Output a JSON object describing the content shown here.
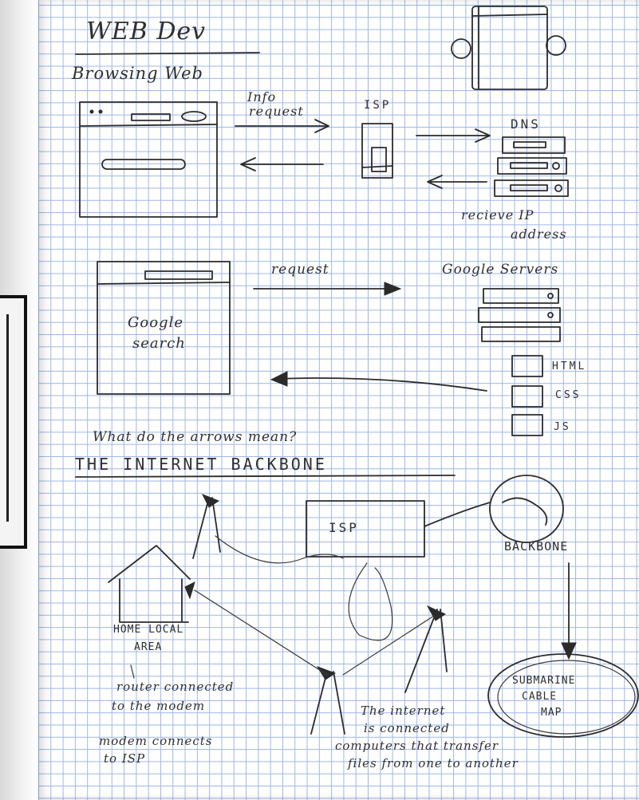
{
  "title": "WEB Dev",
  "section1": {
    "heading": "Browsing Web",
    "info_request": [
      "Info",
      "request"
    ],
    "isp": "ISP",
    "dns": "DNS",
    "receive_ip": [
      "recieve IP",
      "address"
    ],
    "request": "request",
    "google_servers": "Google Servers",
    "google_search": [
      "Google",
      "search"
    ],
    "server_files": [
      "HTML",
      "CSS",
      "JS"
    ],
    "question": "What do the arrows mean?"
  },
  "section2": {
    "heading": "THE INTERNET BACKBONE",
    "isp": "ISP",
    "backbone": "BACKBONE",
    "home": [
      "HOME LOCAL",
      "AREA"
    ],
    "router": [
      "router connected",
      "to the modem"
    ],
    "modem": [
      "modem connects",
      "to ISP"
    ],
    "submarine": [
      "SUBMARINE",
      "CABLE",
      "MAP"
    ],
    "internet_def": [
      "The internet",
      "is connected",
      "computers that transfer",
      "files from one to another"
    ]
  },
  "colors": {
    "ink": "#2b2b2b",
    "grid": "#9fb6e6",
    "paper": "#ffffff"
  }
}
